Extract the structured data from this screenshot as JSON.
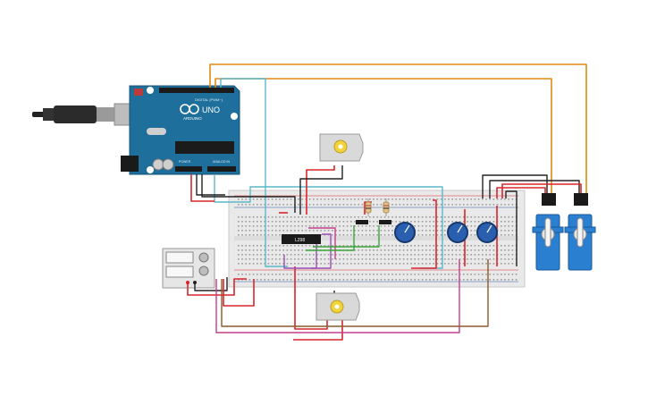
{
  "arduino": {
    "logo_text": "UNO",
    "brand_text": "ARDUINO",
    "digital_label": "DIGITAL (PWM~)",
    "power_label": "POWER",
    "analog_label": "ANALOG IN"
  },
  "ic": {
    "label": "L298"
  },
  "icons": {
    "usb_cable": "usb-plug-icon",
    "dc_motor": "dc-motor-icon",
    "servo": "servo-motor-icon",
    "potentiometer": "potentiometer-knob-icon",
    "resistor": "resistor-icon",
    "power_supply": "dc-power-supply-icon"
  },
  "colors": {
    "board_blue": "#1f6f9c",
    "breadboard": "#e9e9e9",
    "wire_red": "#d9262c",
    "wire_black": "#222222",
    "wire_orange": "#e38a12",
    "wire_teal": "#5ab8c9",
    "wire_green": "#3aa63a",
    "wire_purple": "#9b4fb5",
    "wire_magenta": "#c43f8c",
    "wire_brown": "#8c5a2b",
    "servo_blue": "#2a7fd0",
    "knob_blue": "#2a5fb0"
  }
}
